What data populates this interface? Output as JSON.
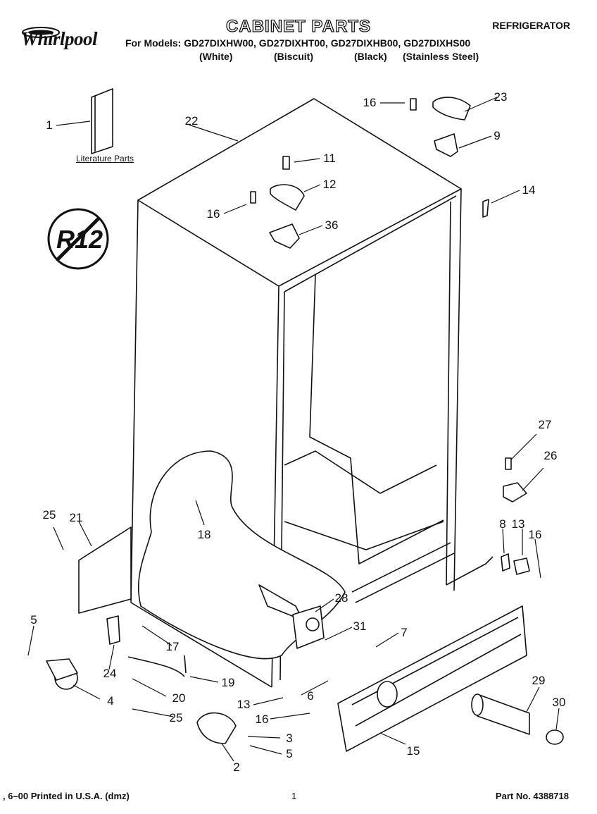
{
  "header": {
    "brand": "Whirlpool",
    "title": "CABINET PARTS",
    "product_type": "REFRIGERATOR",
    "models_line": "For Models: GD27DIXHW00, GD27DIXHT00, GD27DIXHB00, GD27DIXHS00",
    "variants": [
      "(White)",
      "(Biscuit)",
      "(Black)",
      "(Stainless Steel)"
    ]
  },
  "diagram": {
    "literature_label": "Literature Parts",
    "symbol_text": "R12",
    "callouts": [
      "1",
      "22",
      "16",
      "23",
      "9",
      "11",
      "12",
      "16",
      "36",
      "14",
      "27",
      "26",
      "25",
      "21",
      "18",
      "8",
      "13",
      "16",
      "5",
      "28",
      "31",
      "7",
      "17",
      "24",
      "19",
      "20",
      "4",
      "25",
      "13",
      "6",
      "16",
      "3",
      "5",
      "2",
      "15",
      "29",
      "30"
    ]
  },
  "footer": {
    "print_info": ", 6–00 Printed in U.S.A. (dmz)",
    "page_number": "1",
    "part_number": "Part No. 4388718"
  }
}
